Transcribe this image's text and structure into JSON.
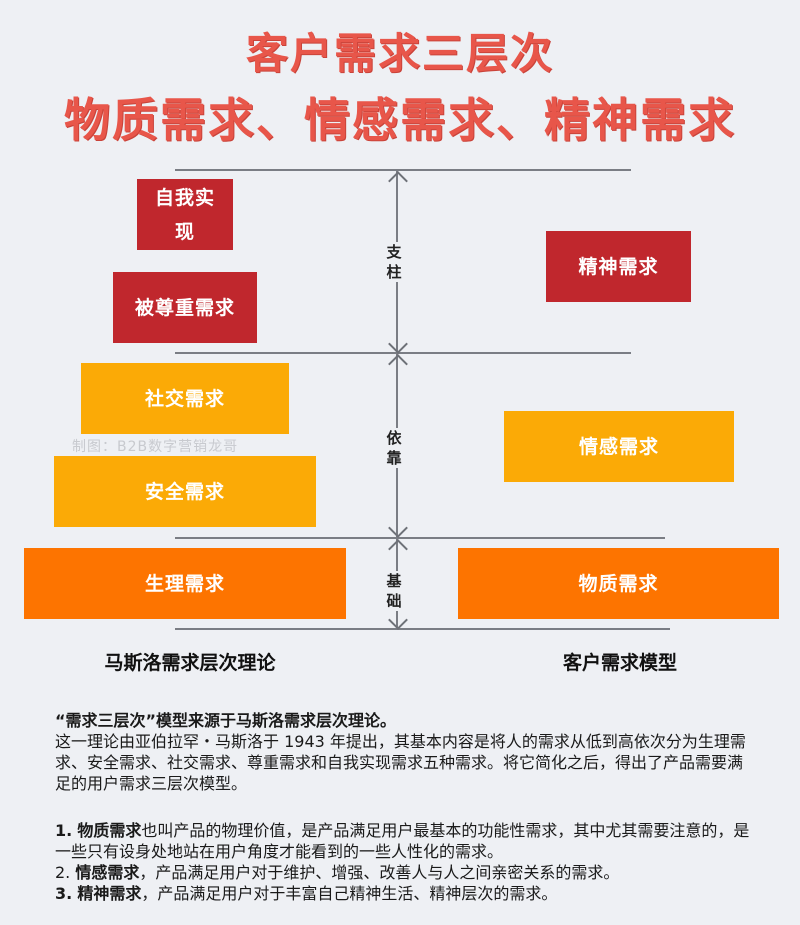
{
  "title": {
    "line1": "客户需求三层次",
    "line2": "物质需求、情感需求、精神需求",
    "color": "#e8564a"
  },
  "axis": {
    "sections": [
      {
        "label_top": "支",
        "label_bottom": "柱"
      },
      {
        "label_top": "依",
        "label_bottom": "靠"
      },
      {
        "label_top": "基",
        "label_bottom": "础"
      }
    ]
  },
  "maslow": {
    "caption": "马斯洛需求层次理论",
    "levels": [
      {
        "label_line1": "自我实",
        "label_line2": "现",
        "color": "#c0272d"
      },
      {
        "label": "被尊重需求",
        "color": "#c0272d"
      },
      {
        "label": "社交需求",
        "color": "#fbaa06"
      },
      {
        "label": "安全需求",
        "color": "#fbaa06"
      },
      {
        "label": "生理需求",
        "color": "#fd7400"
      }
    ]
  },
  "customer_model": {
    "caption": "客户需求模型",
    "levels": [
      {
        "label": "精神需求",
        "color": "#c0272d"
      },
      {
        "label": "情感需求",
        "color": "#fbaa06"
      },
      {
        "label": "物质需求",
        "color": "#fd7400"
      }
    ]
  },
  "watermark": "制图：B2B数字营销龙哥",
  "description": {
    "heading": "“需求三层次”模型来源于马斯洛需求层次理论。",
    "paragraph": "这一理论由亚伯拉罕・马斯洛于 1943 年提出，其基本内容是将人的需求从低到高依次分为生理需求、安全需求、社交需求、尊重需求和自我实现需求五种需求。将它简化之后，得出了产品需要满足的用户需求三层次模型。",
    "items": [
      {
        "num": "1.",
        "term": "物质需求",
        "text": "也叫产品的物理价值，是产品满足用户最基本的功能性需求，其中尤其需要注意的，是一些只有设身处地站在用户角度才能看到的一些人性化的需求。"
      },
      {
        "num": "2.",
        "term": "情感需求",
        "text": "，产品满足用户对于维护、增强、改善人与人之间亲密关系的需求。"
      },
      {
        "num": "3.",
        "term": "精神需求",
        "text": "，产品满足用户对于丰富自己精神生活、精神层次的需求。"
      }
    ]
  }
}
